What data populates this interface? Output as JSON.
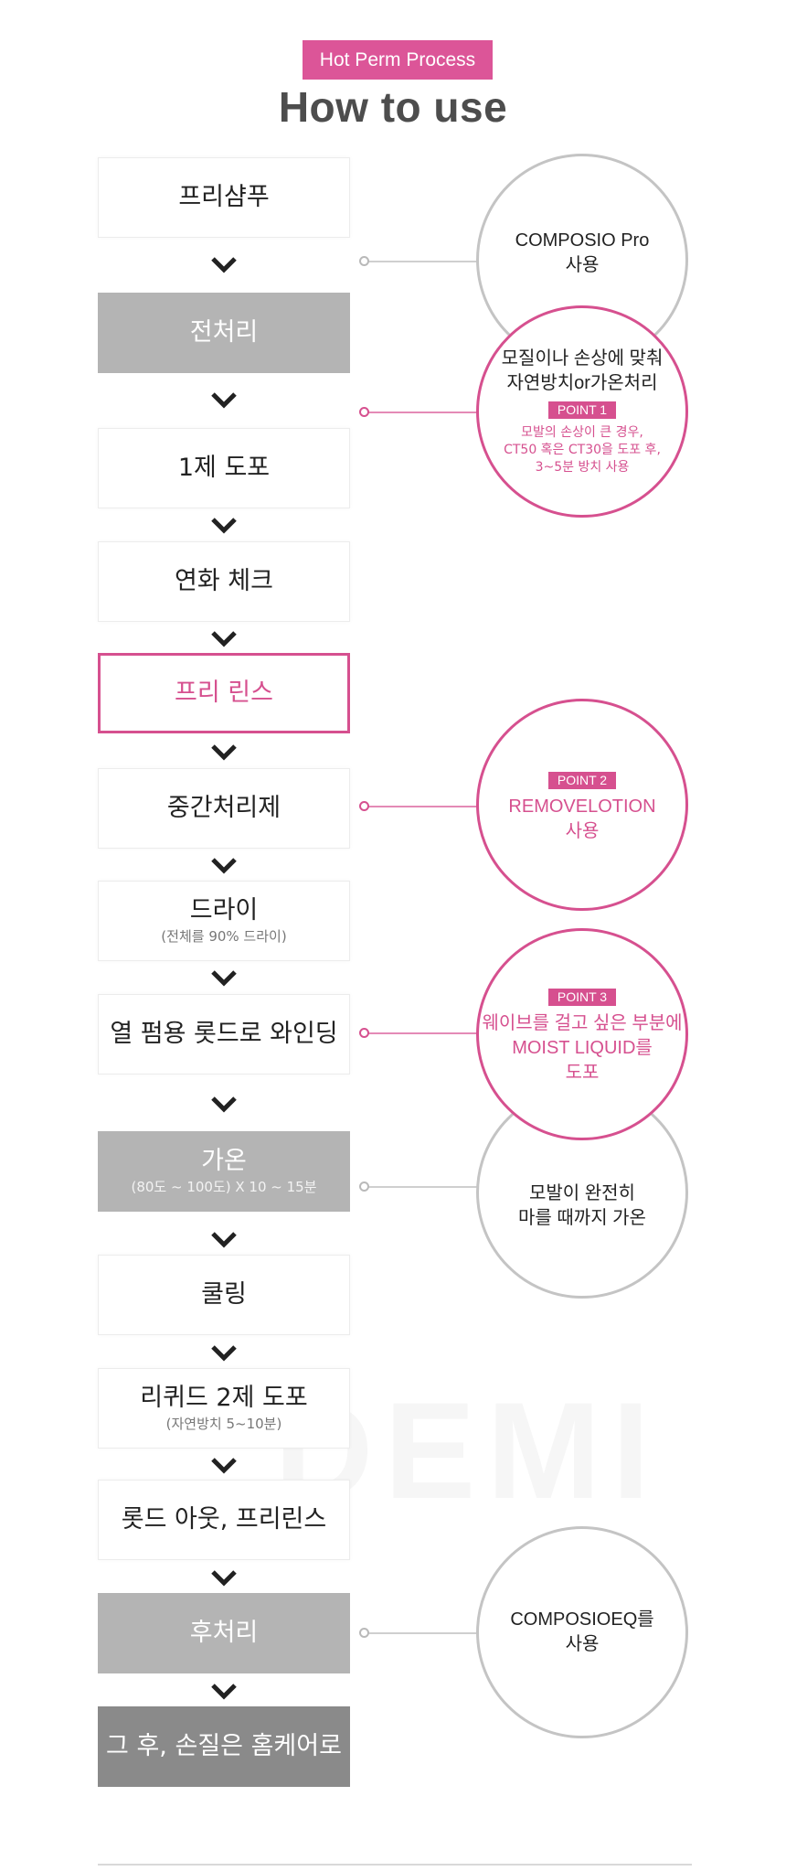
{
  "header": {
    "badge": "Hot Perm Process",
    "title": "How to use"
  },
  "watermark": "DEMI",
  "colors": {
    "pink": "#d6508f",
    "gray": "#b4b4b4",
    "dark": "#8a8a8a"
  },
  "steps": [
    {
      "label": "프리샴푸"
    },
    {
      "label": "전처리"
    },
    {
      "label": "1제 도포"
    },
    {
      "label": "연화 체크"
    },
    {
      "label": "프리 린스"
    },
    {
      "label": "중간처리제"
    },
    {
      "label": "드라이",
      "sub": "(전체를 90% 드라이)"
    },
    {
      "label": "열 펌용 롯드로 와인딩"
    },
    {
      "label": "가온",
      "sub": "(80도 ~ 100도) X 10 ~ 15분"
    },
    {
      "label": "쿨링"
    },
    {
      "label": "리퀴드 2제 도포",
      "sub": "(자연방치 5~10분)"
    },
    {
      "label": "롯드 아웃, 프리린스"
    },
    {
      "label": "후처리"
    },
    {
      "label": "그 후, 손질은 홈케어로"
    }
  ],
  "notes": {
    "composio_pro": {
      "line1": "COMPOSIO Pro",
      "line2": "사용"
    },
    "pretreat": {
      "line1": "모질이나 손상에 맞춰",
      "line2": "자연방치or가온처리",
      "point": "POINT 1",
      "detail1": "모발의 손상이 큰 경우,",
      "detail2": "CT50 혹은 CT30을 도포 후,",
      "detail3": "3~5분 방치 사용"
    },
    "point2": {
      "point": "POINT 2",
      "line1": "REMOVELOTION",
      "line2": "사용"
    },
    "point3": {
      "point": "POINT 3",
      "line1": "웨이브를 걸고 싶은 부분에",
      "line2": "MOIST LIQUID를",
      "line3": "도포"
    },
    "heating": {
      "line1": "모발이 완전히",
      "line2": "마를 때까지 가온"
    },
    "composioeq": {
      "line1": "COMPOSIOEQ를",
      "line2": "사용"
    }
  }
}
